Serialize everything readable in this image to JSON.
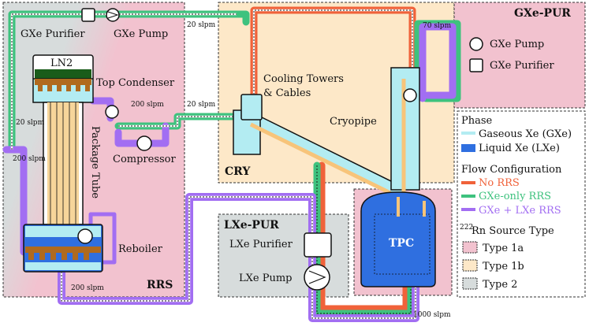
{
  "regions": {
    "rrs": "RRS",
    "cry": "CRY",
    "gxe_pur": "GXe-PUR",
    "lxe_pur": "LXe-PUR"
  },
  "components": {
    "gxe_purifier_left": "GXe Purifier",
    "gxe_pump_left": "GXe Pump",
    "ln2": "LN2",
    "top_condenser": "Top Condenser",
    "package_tube": "Package Tube",
    "compressor": "Compressor",
    "reboiler": "Reboiler",
    "cooling_towers_1": "Cooling Towers",
    "cooling_towers_2": "& Cables",
    "cryopipe": "Cryopipe",
    "gxe_pump_right": "GXe Pump",
    "gxe_purifier_right": "GXe Purifier",
    "lxe_purifier": "LXe Purifier",
    "lxe_pump": "LXe Pump",
    "tpc": "TPC"
  },
  "flows": {
    "f20_top": "20 slpm",
    "f70": "70 slpm",
    "f20_left": "20 slpm",
    "f200_comp": "200 slpm",
    "f20_cry": "20 slpm",
    "f200_left": "200 slpm",
    "f200_bottom": "200 slpm",
    "f1000": "1000 slpm"
  },
  "legend": {
    "phase_title": "Phase",
    "gaseous": "Gaseous Xe (GXe)",
    "liquid": "Liquid Xe (LXe)",
    "flow_title": "Flow Configuration",
    "no_rrs": "No RRS",
    "gxe_only": "GXe-only RRS",
    "gxe_lxe": "GXe + LXe RRS",
    "source_title_sup": "222",
    "source_title": "Rn Source Type",
    "type1a": "Type 1a",
    "type1b": "Type 1b",
    "type2": "Type 2"
  },
  "colors": {
    "gaseous": "#b3ecf2",
    "liquid": "#2f6fe0",
    "no_rrs": "#f0623a",
    "gxe_only": "#3ec27e",
    "gxe_lxe": "#a26ef2",
    "type1a": "#f2c2cf",
    "type1b": "#fde8c8",
    "type2": "#d7dcdc",
    "fin": "#b06a1e"
  }
}
